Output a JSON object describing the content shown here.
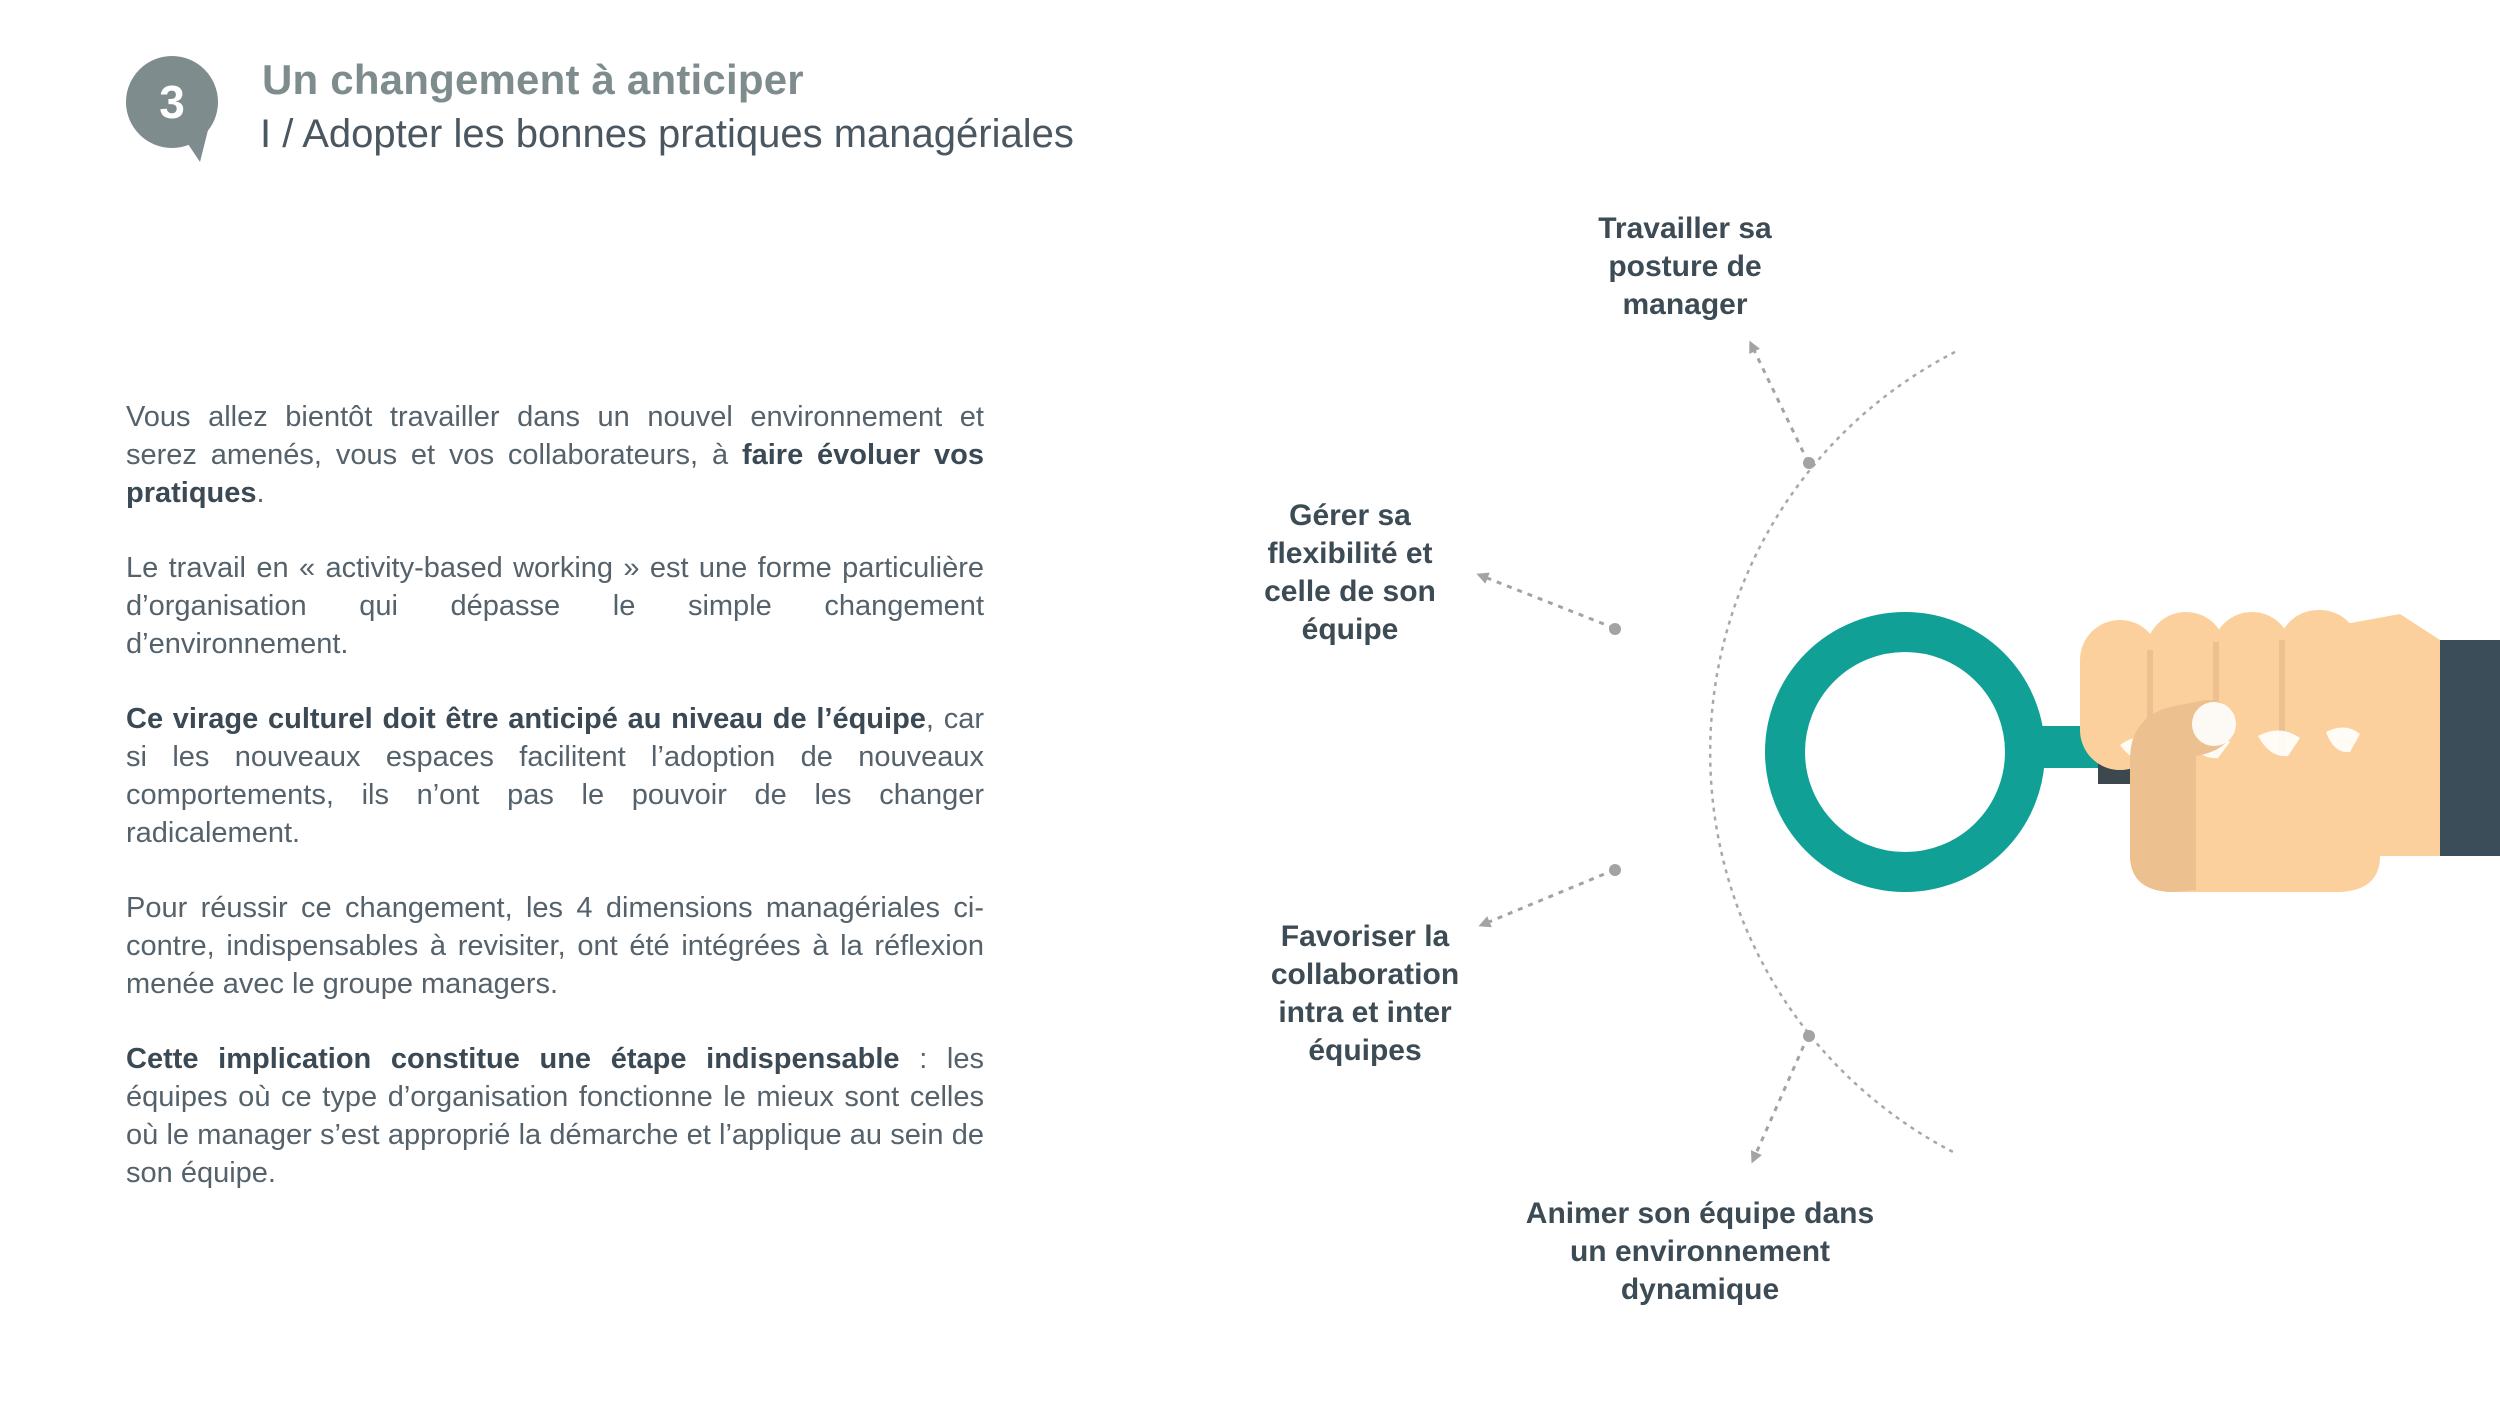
{
  "header": {
    "badge_number": "3",
    "title": "Un changement à anticiper",
    "subtitle": "I / Adopter les bonnes pratiques managériales"
  },
  "body": {
    "p1": {
      "text_a": "Vous allez bientôt travailler dans un nouvel environnement et serez amenés, vous et vos collaborateurs, à ",
      "bold": "faire évoluer vos pratiques",
      "text_b": "."
    },
    "p2": {
      "text": "Le travail en « activity-based working » est une forme particulière d’organisation qui dépasse le simple changement d’environnement."
    },
    "p3": {
      "bold": "Ce virage culturel doit être anticipé au niveau de l’équipe",
      "text": ", car si les nouveaux espaces facilitent l’adoption de nouveaux comportements, ils n’ont pas le pouvoir de les changer radicalement."
    },
    "p4": {
      "text": "Pour réussir ce changement, les 4 dimensions managériales ci-contre, indispensables à revisiter, ont été intégrées à la réflexion menée avec le groupe managers."
    },
    "p5": {
      "bold": "Cette implication constitue une étape indispensable",
      "text": " : les équipes où ce type d’organisation fonctionne le mieux sont celles où le manager s’est approprié la démarche et l’applique au sein de son équipe."
    }
  },
  "diagram": {
    "labels": {
      "top": [
        "Travailler sa",
        "posture de",
        "manager"
      ],
      "upper_left": [
        "Gérer sa",
        "flexibilité et",
        "celle de son",
        "équipe"
      ],
      "lower_left": [
        "Favoriser la",
        "collaboration",
        "intra et inter",
        "équipes"
      ],
      "bottom": [
        "Animer son équipe dans",
        "un environnement",
        "dynamique"
      ]
    },
    "icon": "magnifying-glass-hand-icon"
  },
  "colors": {
    "badge": "#7f8c8d",
    "title": "#7f8c8d",
    "text": "#3d4b55",
    "lens": "#10a096",
    "skin": "#fcd09c",
    "skin_shade": "#ecc08f",
    "sleeve": "#3b4d58",
    "handle": "#3d474e",
    "dots": "#a3a3a3"
  }
}
